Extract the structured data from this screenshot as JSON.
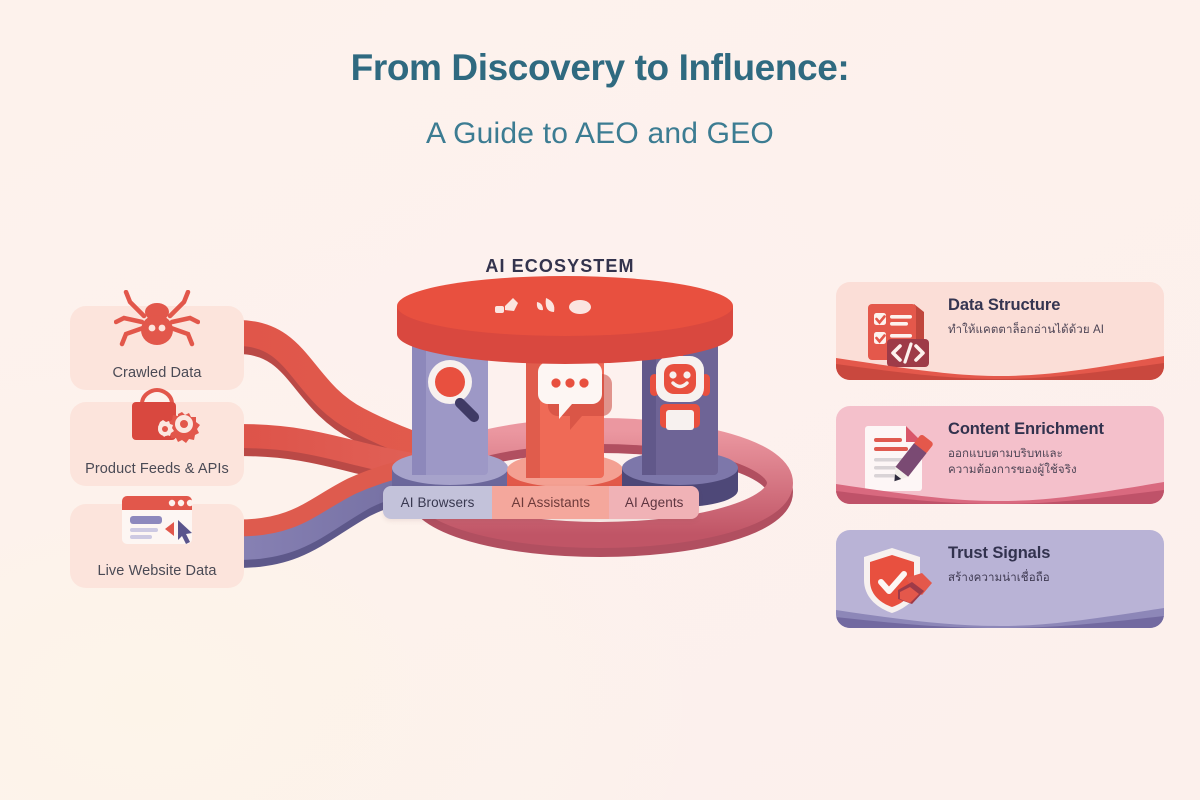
{
  "header": {
    "title_main": "From Discovery to Influence:",
    "title_sub": "A Guide to AEO and GEO",
    "title_color": "#2f6a80",
    "subtitle_color": "#3c7c92",
    "background_color": "#fdf2ec"
  },
  "ecosystem": {
    "heading": "AI ECOSYSTEM",
    "heading_color": "#33334d",
    "dome_color": "#e8503f",
    "pillars": [
      {
        "label": "AI Browsers",
        "icon": "magnifier-icon",
        "pillar_color": "#9d98c6",
        "label_bg": "#c3c2da",
        "label_text_color": "#383850"
      },
      {
        "label": "AI Assistants",
        "icon": "chat-bubble-icon",
        "pillar_color": "#ef6a56",
        "label_bg": "#f4a79c",
        "label_text_color": "#6d3a3a"
      },
      {
        "label": "AI Agents",
        "icon": "robot-icon",
        "pillar_color": "#6e6496",
        "label_bg": "#f0b2b6",
        "label_text_color": "#5e3540"
      }
    ],
    "dome_glyphs": [
      "spark-glyph",
      "leaf-glyph",
      "pebble-glyph"
    ],
    "loop_color": "#e08791"
  },
  "sources": {
    "cards": [
      {
        "label": "Crawled Data",
        "icon": "spider-icon",
        "bg": "#fce4dc"
      },
      {
        "label": "Product Feeds & APIs",
        "icon": "shopping-bag-gears-icon",
        "bg": "#fce4dc"
      },
      {
        "label": "Live Website Data",
        "icon": "browser-cursor-icon",
        "bg": "#fce4dc"
      }
    ],
    "flow_colors": [
      "#e0564a",
      "#d9534d",
      "#7e79ab"
    ]
  },
  "pillars_right": {
    "cards": [
      {
        "title": "Data Structure",
        "desc_lines": [
          "ทำให้แคตตาล็อกอ่านได้ด้วย AI"
        ],
        "icon": "checklist-code-icon",
        "bg": "#fbded7",
        "wave": "#e4584b"
      },
      {
        "title": "Content Enrichment",
        "desc_lines": [
          "ออกแบบตามบริบทและ",
          "ความต้องการของผู้ใช้จริง"
        ],
        "icon": "document-pencil-icon",
        "bg": "#f4c0cb",
        "wave": "#c4566e"
      },
      {
        "title": "Trust Signals",
        "desc_lines": [
          "สร้างความน่าเชื่อถือ"
        ],
        "icon": "shield-handshake-icon",
        "bg": "#b9b3d6",
        "wave": "#7d78ab"
      }
    ]
  }
}
